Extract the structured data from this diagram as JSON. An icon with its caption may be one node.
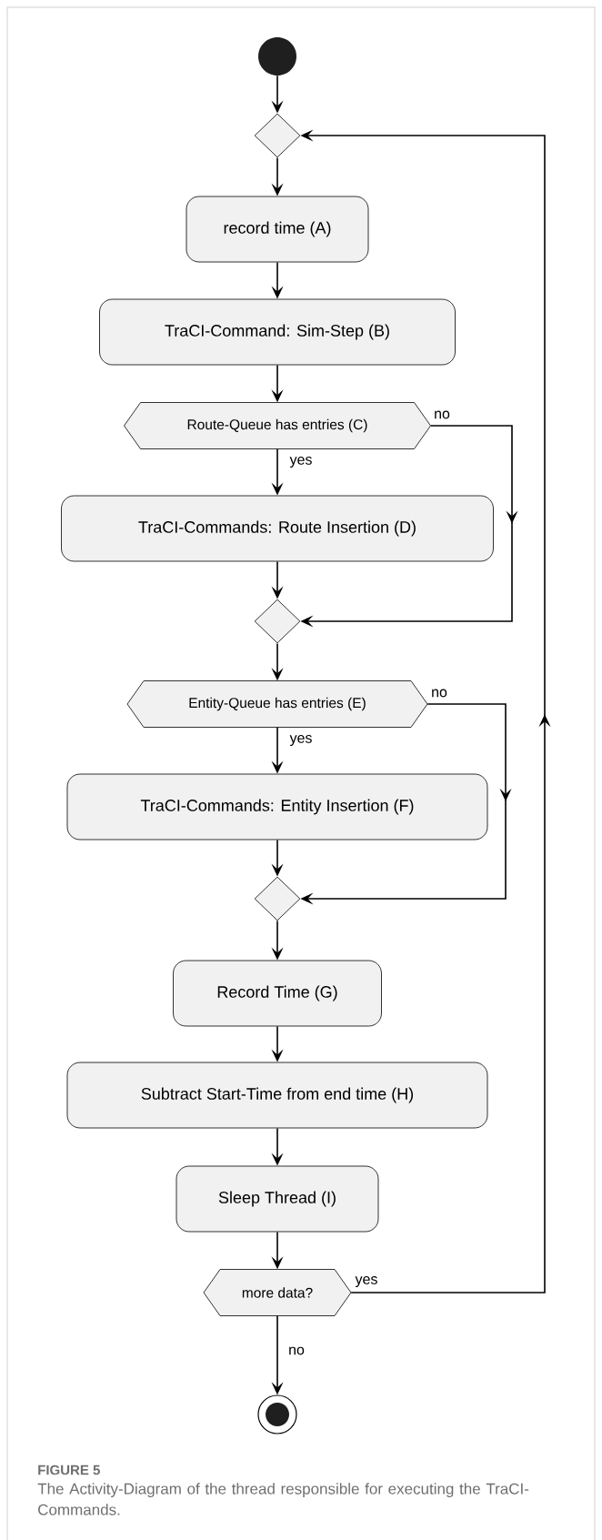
{
  "diagram": {
    "caption": "The Activity-Diagram of the thread responsible for executing the TraCI-Commands.",
    "nodes": [
      {
        "text": [],
        "shape": "circle"
      },
      {
        "text": [],
        "shape": "diamond"
      },
      {
        "text": [
          "record time (A)"
        ]
      },
      {
        "text": [
          "TraCI-Command: Sim-Step (B)"
        ]
      },
      {
        "text": [
          "Route-Queue has entries (C)"
        ]
      },
      {
        "text": [
          "TraCI-Commands: Route Insertion (D)"
        ]
      },
      {
        "text": [],
        "shape": "diamond"
      },
      {
        "text": [
          "Entity-Queue has entries (E)"
        ]
      },
      {
        "text": [
          "TraCI-Commands: Entity Insertion (F)"
        ]
      },
      {
        "text": [],
        "shape": "diamond"
      },
      {
        "text": [
          "Record Time (G)"
        ]
      },
      {
        "text": [
          "Subtract Start-Time from end time (H)"
        ]
      },
      {
        "text": [
          "Sleep Thread (I)"
        ]
      },
      {
        "text": [
          "more data?"
        ]
      },
      {
        "text": [],
        "shape": "circle"
      }
    ],
    "edges": [
      {
        "from": 0,
        "to": 1,
        "arrow": "to"
      },
      {
        "from": 1,
        "to": 2,
        "arrow": "to"
      },
      {
        "from": 2,
        "to": 3,
        "arrow": "to"
      },
      {
        "from": 3,
        "to": 4,
        "arrow": "to"
      },
      {
        "from": 4,
        "to": 5,
        "arrow": "to",
        "label": "yes"
      },
      {
        "from": 4,
        "to": 6,
        "arrow": "to",
        "label": "no"
      },
      {
        "from": 5,
        "to": 6,
        "arrow": "to"
      },
      {
        "from": 6,
        "to": 7,
        "arrow": "to"
      },
      {
        "from": 7,
        "to": 8,
        "arrow": "to",
        "label": "yes"
      },
      {
        "from": 7,
        "to": 9,
        "arrow": "to",
        "label": "no"
      },
      {
        "from": 8,
        "to": 9,
        "arrow": "to"
      },
      {
        "from": 9,
        "to": 10,
        "arrow": "to"
      },
      {
        "from": 10,
        "to": 11,
        "arrow": "to"
      },
      {
        "from": 11,
        "to": 12,
        "arrow": "to"
      },
      {
        "from": 12,
        "to": 13,
        "arrow": "to"
      },
      {
        "from": 13,
        "to": 1,
        "arrow": "to",
        "label": "yes"
      },
      {
        "from": 13,
        "to": 14,
        "arrow": "to",
        "label": "no"
      }
    ],
    "labels": [
      "FIGURE 5"
    ]
  }
}
